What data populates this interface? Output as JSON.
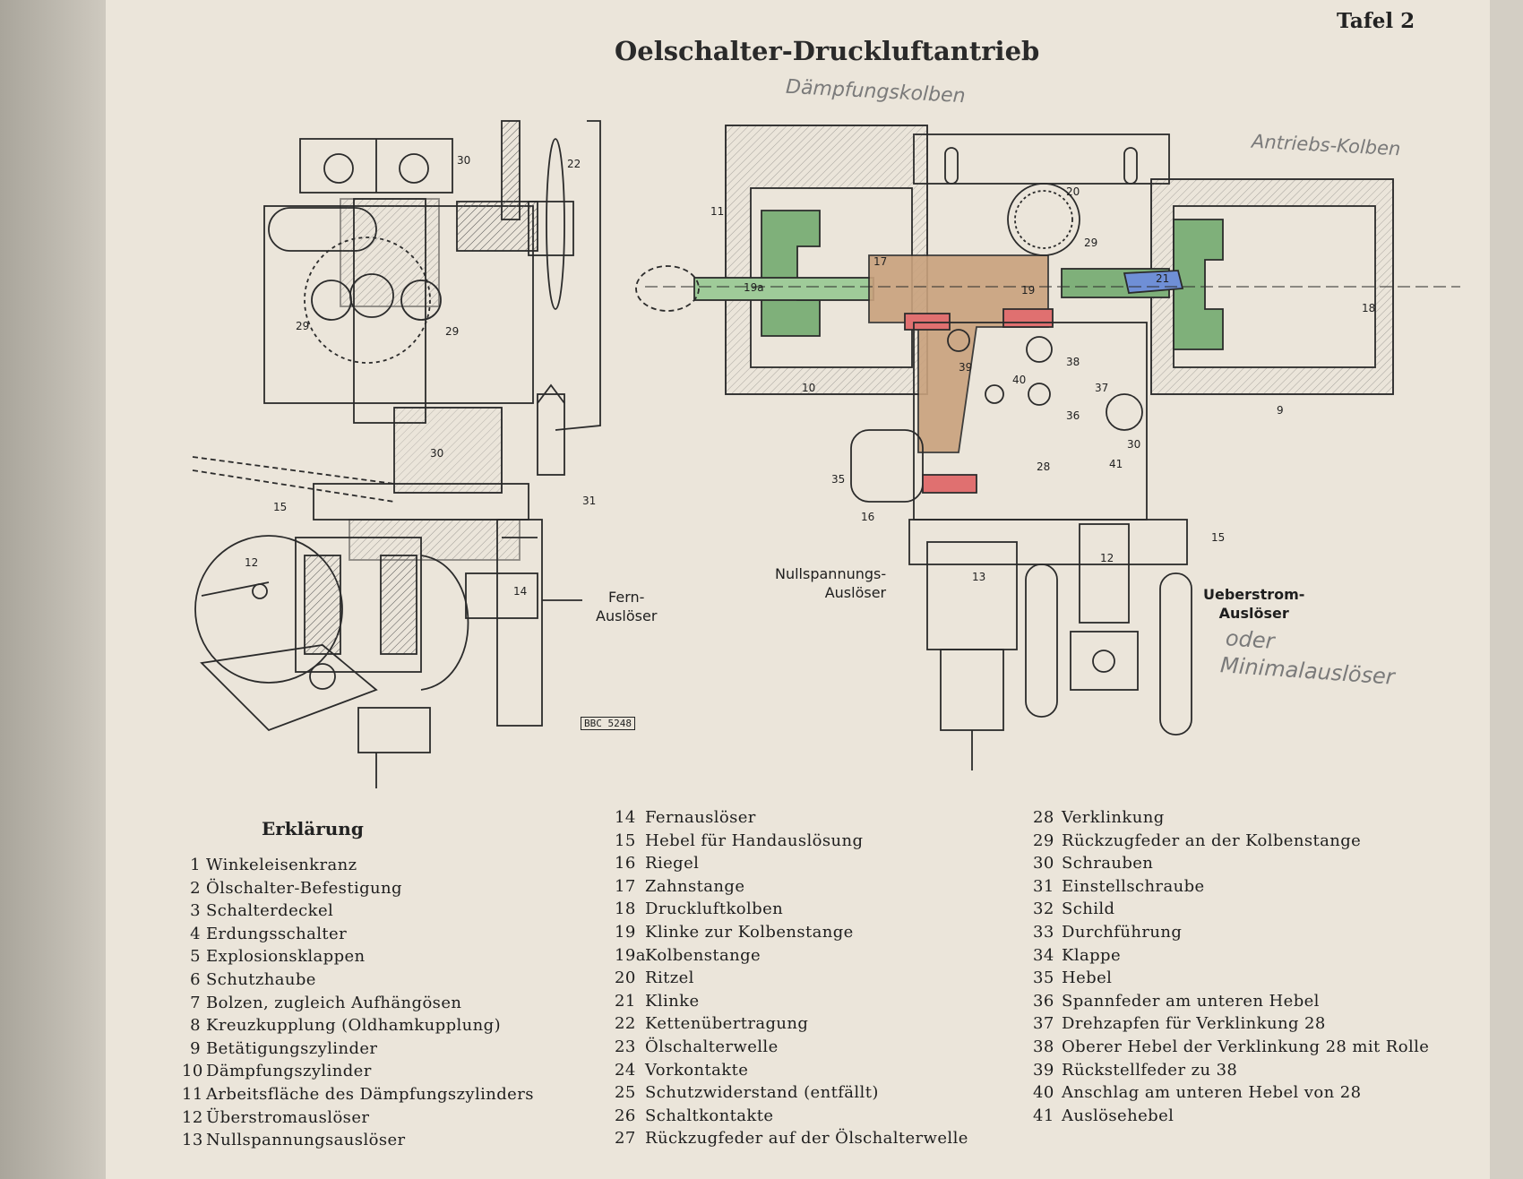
{
  "plate": {
    "label": "Tafel 2"
  },
  "title": "Oelschalter-Druckluftantrieb",
  "handwritten": {
    "daempfungskolben": "Dämpfungskolben",
    "antriebskolben": "Antriebs-Kolben",
    "note_line1": "oder",
    "note_line2": "Minimalauslöser"
  },
  "drawing_labels": {
    "fern_ausloeser": "Fern-\nAuslöser",
    "nullspannungs_ausloeser": "Nullspannungs-\nAuslöser",
    "ueberstrom_ausloeser": "Ueberstrom-\nAuslöser",
    "bbc_number": "BBC 5248"
  },
  "part_numbers_left": [
    "30",
    "22",
    "29",
    "29",
    "30",
    "31",
    "15",
    "12",
    "14"
  ],
  "part_numbers_right": [
    "11",
    "20",
    "29",
    "17",
    "19a",
    "19",
    "21",
    "18",
    "39",
    "38",
    "40",
    "37",
    "36",
    "30",
    "10",
    "9",
    "35",
    "41",
    "28",
    "16",
    "15",
    "13",
    "12"
  ],
  "drawing_colors": {
    "piston_green": "#7fb07a",
    "rack_brown": "#c9a27e",
    "latch_red": "#e07070",
    "pawl_blue": "#6f8fd6",
    "ink": "#2b2b2b"
  },
  "legend": {
    "title": "Erklärung",
    "column1": [
      {
        "num": "1",
        "text": "Winkeleisenkranz"
      },
      {
        "num": "2",
        "text": "Ölschalter-Befestigung"
      },
      {
        "num": "3",
        "text": "Schalterdeckel"
      },
      {
        "num": "4",
        "text": "Erdungsschalter"
      },
      {
        "num": "5",
        "text": "Explosionsklappen"
      },
      {
        "num": "6",
        "text": "Schutzhaube"
      },
      {
        "num": "7",
        "text": "Bolzen, zugleich Aufhängösen"
      },
      {
        "num": "8",
        "text": "Kreuzkupplung (Oldhamkupplung)"
      },
      {
        "num": "9",
        "text": "Betätigungszylinder"
      },
      {
        "num": "10",
        "text": "Dämpfungszylinder"
      },
      {
        "num": "11",
        "text": "Arbeitsfläche des Dämpfungszylinders"
      },
      {
        "num": "12",
        "text": "Überstromauslöser"
      },
      {
        "num": "13",
        "text": "Nullspannungsauslöser"
      }
    ],
    "column2": [
      {
        "num": "14",
        "text": "Fernauslöser"
      },
      {
        "num": "15",
        "text": "Hebel für Handauslösung"
      },
      {
        "num": "16",
        "text": "Riegel"
      },
      {
        "num": "17",
        "text": "Zahnstange"
      },
      {
        "num": "18",
        "text": "Druckluftkolben"
      },
      {
        "num": "19",
        "text": "Klinke zur Kolbenstange"
      },
      {
        "num": "19a",
        "text": "Kolbenstange"
      },
      {
        "num": "20",
        "text": "Ritzel"
      },
      {
        "num": "21",
        "text": "Klinke"
      },
      {
        "num": "22",
        "text": "Kettenübertragung"
      },
      {
        "num": "23",
        "text": "Ölschalterwelle"
      },
      {
        "num": "24",
        "text": "Vorkontakte"
      },
      {
        "num": "25",
        "text": "Schutzwiderstand (entfällt)"
      },
      {
        "num": "26",
        "text": "Schaltkontakte"
      },
      {
        "num": "27",
        "text": "Rückzugfeder auf der Ölschalterwelle"
      }
    ],
    "column3": [
      {
        "num": "28",
        "text": "Verklinkung"
      },
      {
        "num": "29",
        "text": "Rückzugfeder an der Kolbenstange"
      },
      {
        "num": "30",
        "text": "Schrauben"
      },
      {
        "num": "31",
        "text": "Einstellschraube"
      },
      {
        "num": "32",
        "text": "Schild"
      },
      {
        "num": "33",
        "text": "Durchführung"
      },
      {
        "num": "34",
        "text": "Klappe"
      },
      {
        "num": "35",
        "text": "Hebel"
      },
      {
        "num": "36",
        "text": "Spannfeder am unteren Hebel"
      },
      {
        "num": "37",
        "text": "Drehzapfen für Verklinkung 28"
      },
      {
        "num": "38",
        "text": "Oberer Hebel der Verklinkung 28 mit Rolle"
      },
      {
        "num": "39",
        "text": "Rückstellfeder zu 38"
      },
      {
        "num": "40",
        "text": "Anschlag am unteren Hebel von 28"
      },
      {
        "num": "41",
        "text": "Auslösehebel"
      }
    ]
  }
}
